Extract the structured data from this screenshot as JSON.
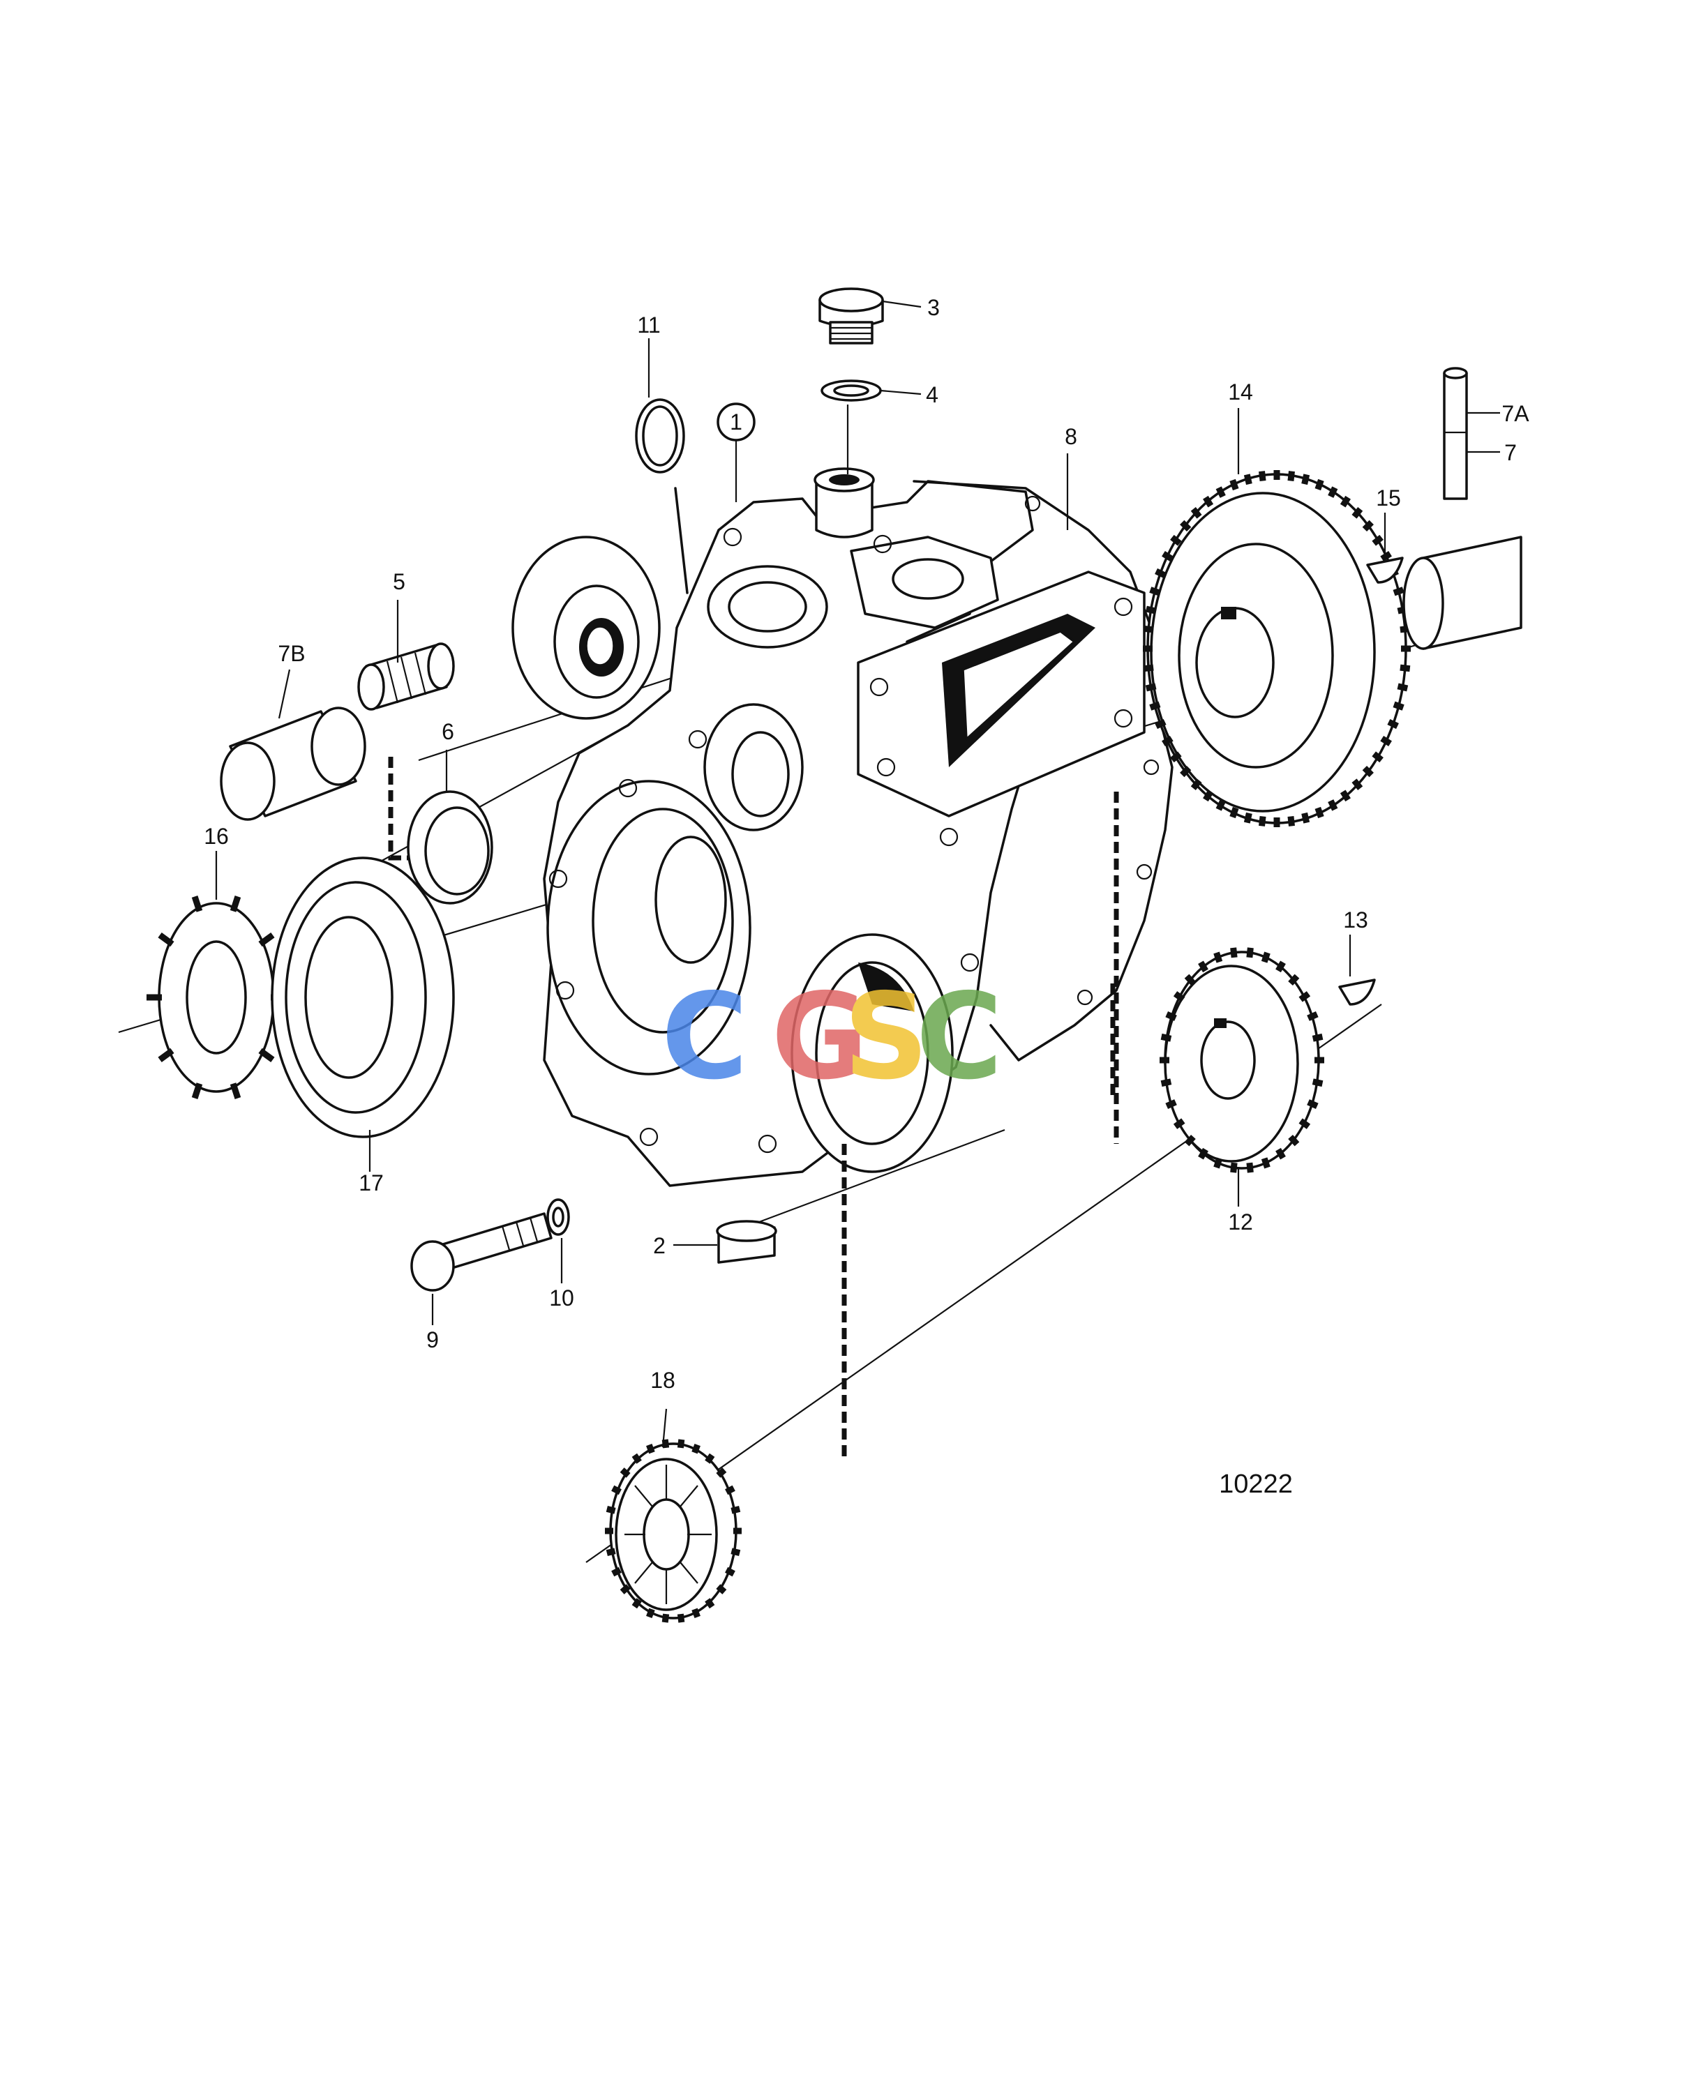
{
  "diagram": {
    "callouts": [
      "1",
      "2",
      "3",
      "4",
      "5",
      "6",
      "7",
      "7A",
      "7B",
      "8",
      "9",
      "10",
      "11",
      "12",
      "13",
      "14",
      "15",
      "16",
      "17",
      "18"
    ],
    "drawing_number": "10222"
  },
  "watermark": {
    "letters": [
      "C",
      "G",
      "S",
      "C"
    ],
    "colors": [
      "#4a86e8",
      "#e06666",
      "#f1c232",
      "#6aa84f"
    ]
  }
}
